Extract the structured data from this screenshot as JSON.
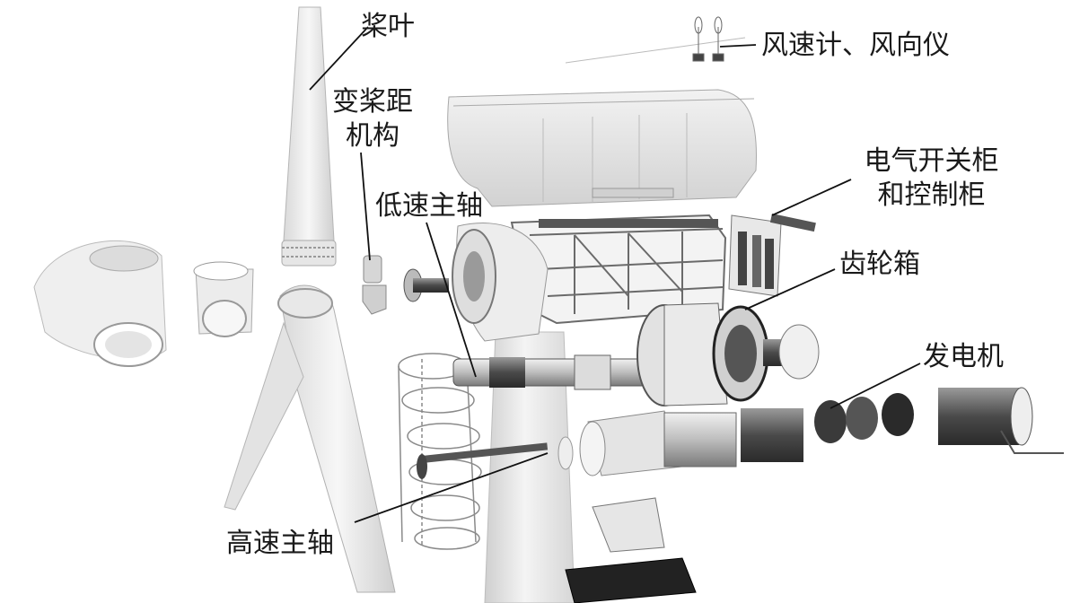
{
  "labels": {
    "blade": "桨叶",
    "pitch_line1": "变桨距",
    "pitch_line2": "机构",
    "anemometer": "风速计、风向仪",
    "switchgear_line1": "电气开关柜",
    "switchgear_line2": "和控制柜",
    "low_speed_shaft": "低速主轴",
    "gearbox": "齿轮箱",
    "generator": "发电机",
    "high_speed_shaft": "高速主轴"
  },
  "colors": {
    "background": "#ffffff",
    "component_light": "#eeeeee",
    "component_mid": "#c8c8c8",
    "component_dark": "#555555",
    "leader_line": "#111111"
  }
}
